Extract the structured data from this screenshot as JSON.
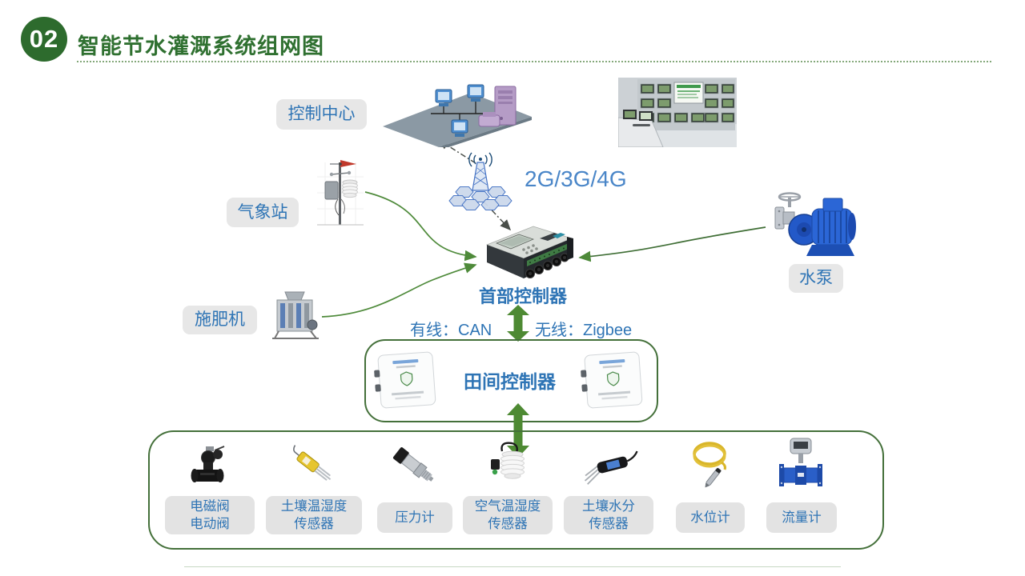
{
  "header": {
    "badge": "02",
    "title": "智能节水灌溉系统组网图"
  },
  "network_label": "2G/3G/4G",
  "nodes": {
    "control_center": "控制中心",
    "weather_station": "气象站",
    "fertilizer_machine": "施肥机",
    "water_pump": "水泵",
    "head_controller": "首部控制器",
    "field_controller": "田间控制器",
    "wired_link": "有线：CAN",
    "wireless_link": "无线：Zigbee"
  },
  "sensors": [
    {
      "name": "solenoid-valve",
      "lines": [
        "电磁阀",
        "电动阀"
      ]
    },
    {
      "name": "soil-temp-humidity-sensor",
      "lines": [
        "土壤温湿度",
        "传感器"
      ]
    },
    {
      "name": "pressure-gauge",
      "lines": [
        "压力计"
      ]
    },
    {
      "name": "air-temp-humidity-sensor",
      "lines": [
        "空气温湿度",
        "传感器"
      ]
    },
    {
      "name": "soil-moisture-sensor",
      "lines": [
        "土壤水分",
        "传感器"
      ]
    },
    {
      "name": "water-level-gauge",
      "lines": [
        "水位计"
      ]
    },
    {
      "name": "flow-meter",
      "lines": [
        "流量计"
      ]
    }
  ],
  "colors": {
    "title_green": "#2f7030",
    "badge_green": "#2d6b2d",
    "arrow_green": "#4e8a33",
    "line_green": "#4e8a3a",
    "box_border_green": "#44703a",
    "label_blue": "#2e74b5",
    "network_blue": "#4a86c8",
    "pill_gray": "#e7e7e7"
  }
}
